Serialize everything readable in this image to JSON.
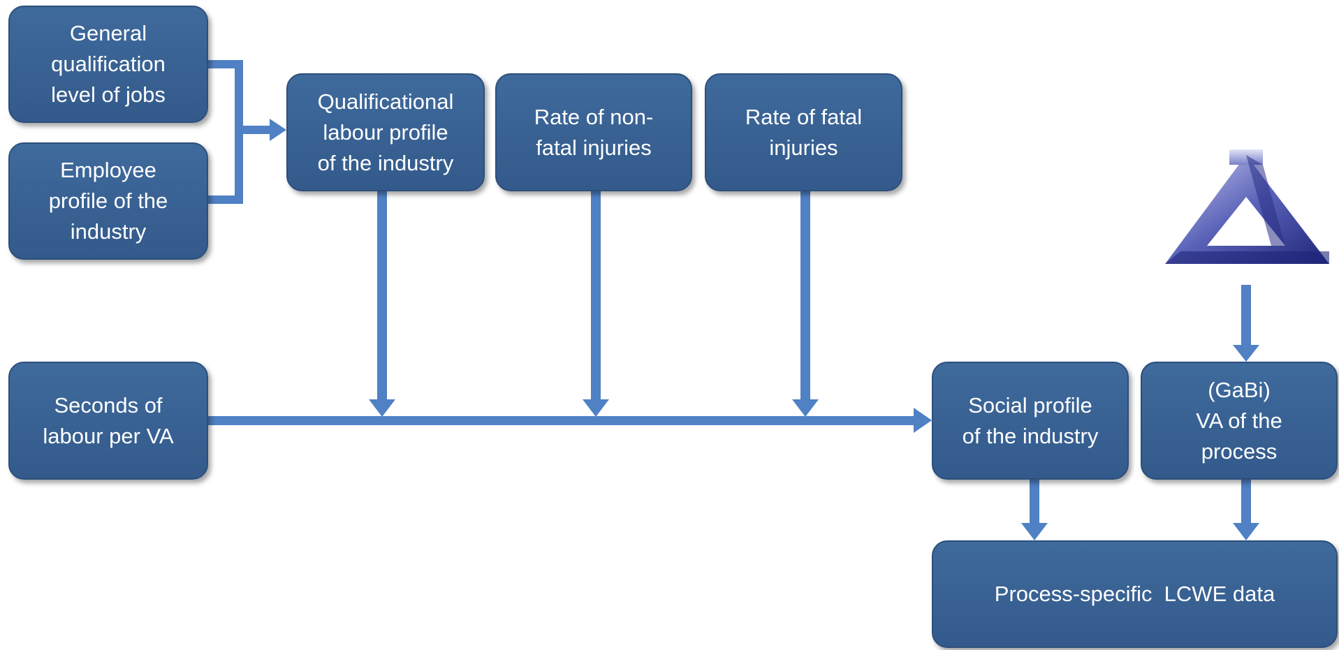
{
  "diagram": {
    "boxes": {
      "general_qualification": "General\nqualification\nlevel of jobs",
      "employee_profile": "Employee\nprofile of the\nindustry",
      "qualificational_profile": "Qualificational\nlabour profile\nof the industry",
      "non_fatal_injuries": "Rate of non-\nfatal injuries",
      "fatal_injuries": "Rate of fatal\ninjuries",
      "seconds_of_labour": "Seconds of\nlabour per VA",
      "social_profile": "Social profile\nof the industry",
      "gabi_va": "(GaBi)\nVA of the\nprocess",
      "lcwe_data": "Process-specific  LCWE data"
    }
  },
  "colors": {
    "box_fill": "#3a6496",
    "box_border": "#2c4f7b",
    "box_text": "#ffffff",
    "arrow": "#4f81c4",
    "logo_dark": "#2a2f86",
    "logo_light": "#b8bde6"
  },
  "icons": {
    "logo": "impossible-triangle-logo-icon"
  }
}
